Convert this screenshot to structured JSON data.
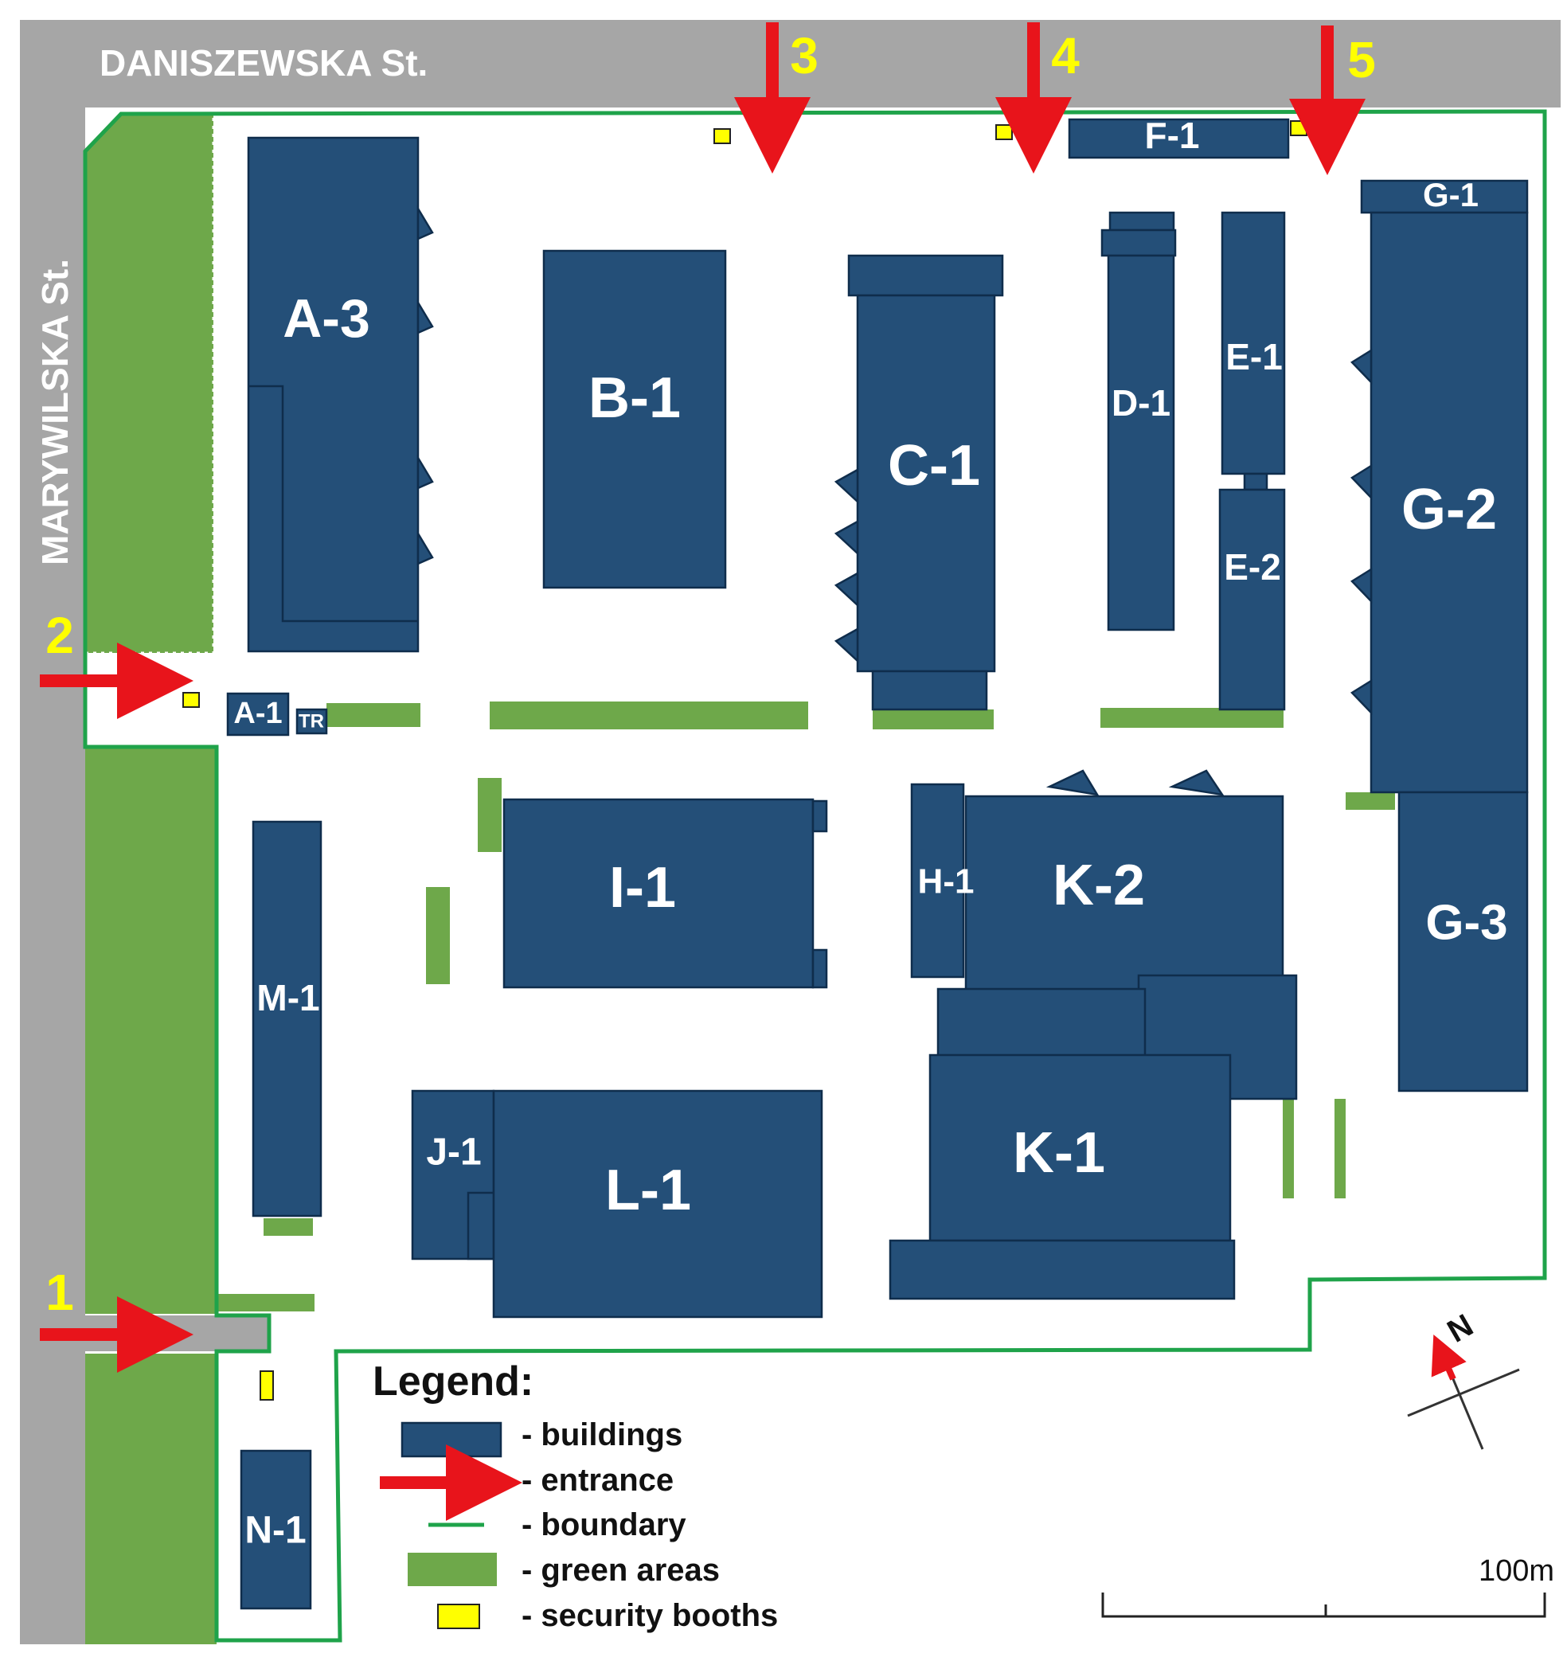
{
  "streets": {
    "top": "DANISZEWSKA St.",
    "left": "MARYWILSKA St."
  },
  "buildings": [
    {
      "id": "a3",
      "label": "A-3"
    },
    {
      "id": "b1",
      "label": "B-1"
    },
    {
      "id": "c1",
      "label": "C-1"
    },
    {
      "id": "d1",
      "label": "D-1"
    },
    {
      "id": "e1",
      "label": "E-1"
    },
    {
      "id": "e2",
      "label": "E-2"
    },
    {
      "id": "f1",
      "label": "F-1"
    },
    {
      "id": "g1",
      "label": "G-1"
    },
    {
      "id": "g2",
      "label": "G-2"
    },
    {
      "id": "g3",
      "label": "G-3"
    },
    {
      "id": "a1",
      "label": "A-1"
    },
    {
      "id": "tr",
      "label": "TR"
    },
    {
      "id": "h1",
      "label": "H-1"
    },
    {
      "id": "k2",
      "label": "K-2"
    },
    {
      "id": "i1",
      "label": "I-1"
    },
    {
      "id": "m1",
      "label": "M-1"
    },
    {
      "id": "j1",
      "label": "J-1"
    },
    {
      "id": "l1",
      "label": "L-1"
    },
    {
      "id": "k1",
      "label": "K-1"
    },
    {
      "id": "n1",
      "label": "N-1"
    }
  ],
  "entrances": [
    "1",
    "2",
    "3",
    "4",
    "5"
  ],
  "legend": {
    "title": "Legend:",
    "buildings": "- buildings",
    "entrance": "- entrance",
    "boundary": "- boundary",
    "green": "- green areas",
    "booths": "- security booths"
  },
  "scale_label": "100m",
  "north_label": "N",
  "colors": {
    "building": "#244f78",
    "green_area": "#6ea84a",
    "boundary": "#1fa34a",
    "entrance": "#e8141b",
    "booth": "#ffff00",
    "street": "#a6a6a6"
  }
}
